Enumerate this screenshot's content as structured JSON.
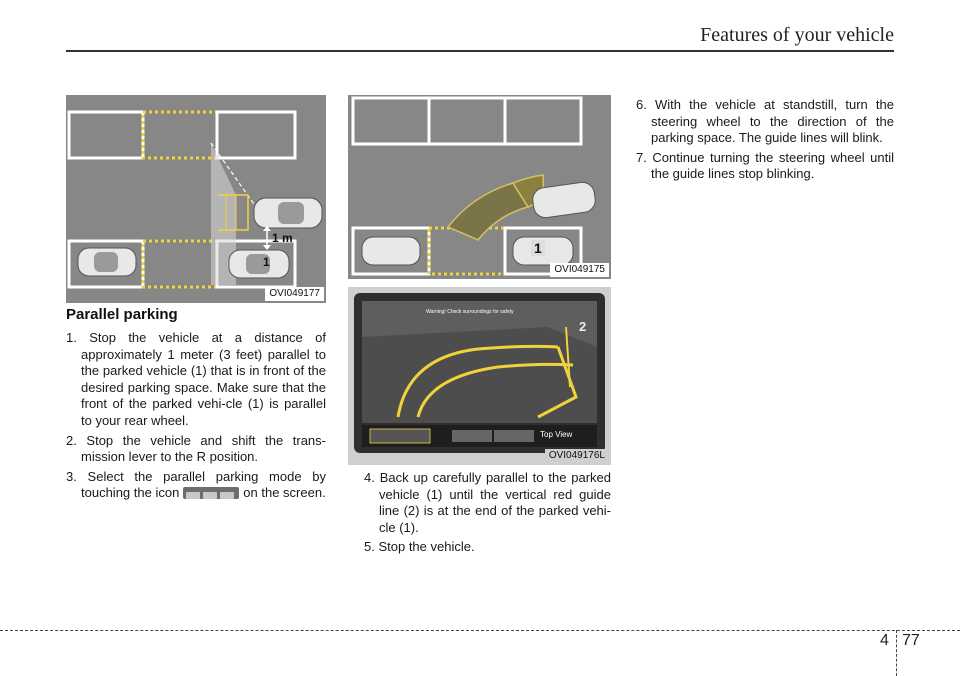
{
  "header": {
    "title": "Features of your vehicle"
  },
  "figures": [
    {
      "code": "OVI049177",
      "labels": [
        "1 m",
        "1"
      ]
    },
    {
      "code": "OVI049175",
      "labels": [
        "1"
      ]
    },
    {
      "code": "OVI049176L",
      "warning_text": "Warning! Check surroundings for safety",
      "labels": [
        "2"
      ],
      "menu_button": "Top View"
    }
  ],
  "section": {
    "title": "Parallel parking"
  },
  "steps": [
    {
      "num": "1.",
      "text": "Stop the vehicle at a distance of approximately 1 meter (3 feet) parallel to the parked vehicle (1) that is in front of the desired parking space. Make sure that the front of the parked vehi-cle (1) is parallel to your rear wheel."
    },
    {
      "num": "2.",
      "text": "Stop the vehicle and shift the trans-mission lever to the R position."
    },
    {
      "num": "3.",
      "text_before": "Select the parallel parking mode by touching the icon",
      "text_after": "on the screen.",
      "icon": "parallel-mode-icon"
    },
    {
      "num": "4.",
      "text": "Back up carefully parallel to the parked vehicle (1) until the vertical red guide line (2) is at the end of the parked vehi-cle (1)."
    },
    {
      "num": "5.",
      "text": "Stop the vehicle."
    },
    {
      "num": "6.",
      "text": "With the vehicle at standstill, turn the steering wheel to the direction of the parking space. The guide lines will blink."
    },
    {
      "num": "7.",
      "text": "Continue turning the steering wheel until the guide lines stop blinking."
    }
  ],
  "footer": {
    "chapter": "4",
    "page": "77"
  },
  "colors": {
    "lot_gray": "#878787",
    "guide_yellow": "#f0d23c",
    "bay_white": "#ffffff"
  }
}
